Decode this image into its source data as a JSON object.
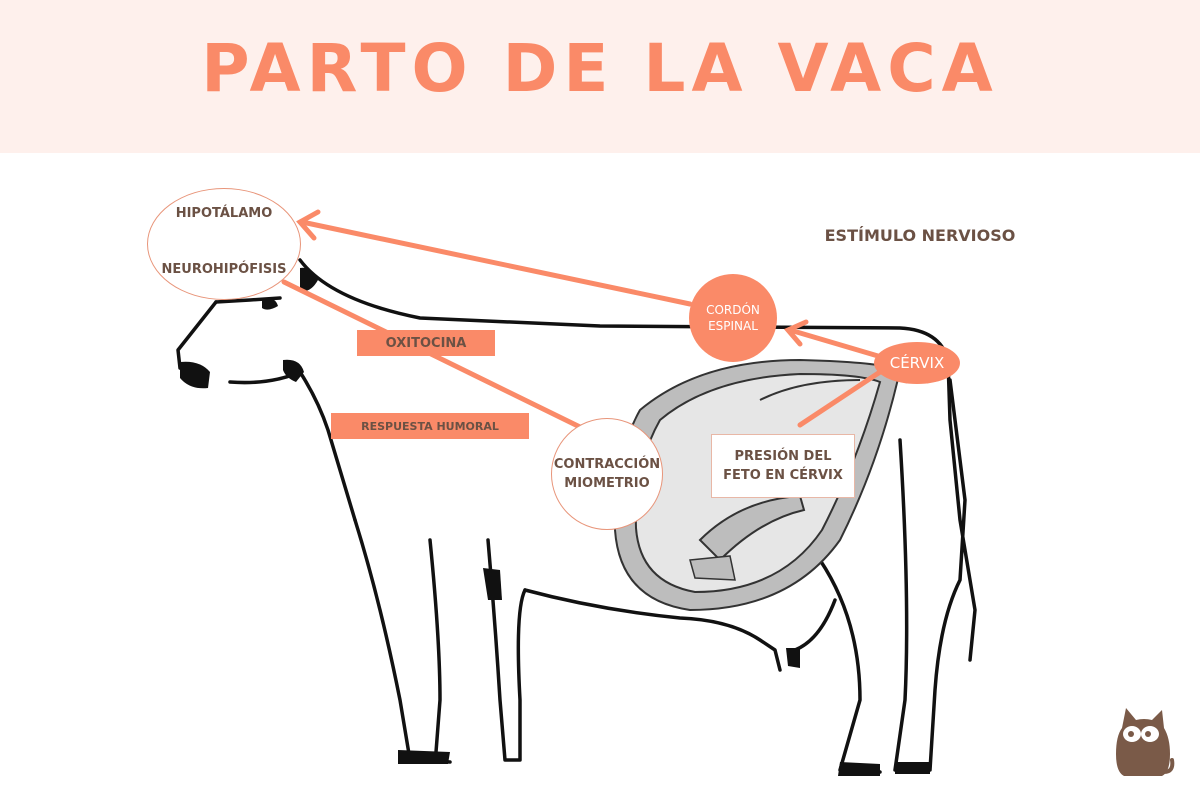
{
  "header": {
    "title": "PARTO DE LA VACA",
    "background_color": "#fef0ec",
    "title_color": "#fa8a68"
  },
  "diagram": {
    "subject": "cow-outline-with-uterus-and-fetus",
    "nodes": {
      "hipotalamo": "HIPOTÁLAMO",
      "neurohipofisis": "NEUROHIPÓFISIS",
      "oxitocina": "OXITOCINA",
      "respuesta_humoral": "RESPUESTA HUMORAL",
      "contraccion_line1": "CONTRACCIÓN",
      "contraccion_line2": "MIOMETRIO",
      "presion_line1": "PRESIÓN DEL",
      "presion_line2": "FETO EN CÉRVIX",
      "cordon_line1": "CORDÓN",
      "cordon_line2": "ESPINAL",
      "cervix": "CÉRVIX",
      "estimulo_nervioso": "ESTÍMULO NERVIOSO"
    },
    "edges": [
      {
        "from": "hipotalamo",
        "to": "neurohipofisis",
        "style": "thin-arrow"
      },
      {
        "from": "cordon_espinal",
        "to": "hipotalamo",
        "style": "thick-arrow"
      },
      {
        "from": "cervix",
        "to": "cordon_espinal",
        "style": "thick-arrow"
      },
      {
        "from": "presion_feto",
        "to": "cervix",
        "style": "thick-line"
      },
      {
        "from": "neurohipofisis",
        "to": "contraccion_miometrio",
        "style": "thick-line",
        "label": "OXITOCINA"
      }
    ],
    "colors": {
      "accent": "#fa8a68",
      "text": "#6b5144",
      "outline": "#e8957a"
    }
  },
  "logo": {
    "icon": "cat-mascot-icon",
    "color": "#7a5a48"
  }
}
